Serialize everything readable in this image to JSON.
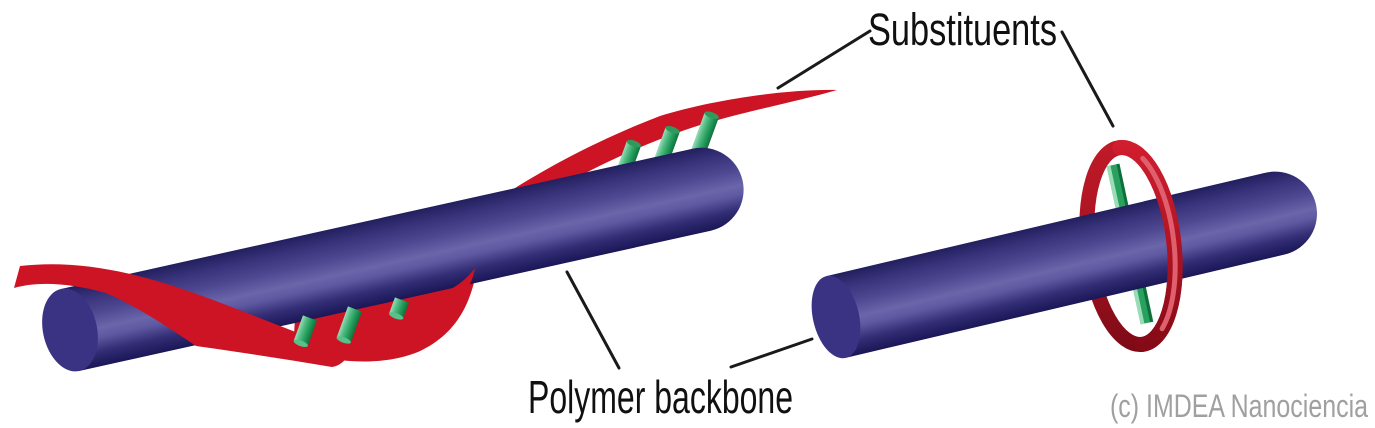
{
  "labels": {
    "substituents": "Substituents",
    "polymer_backbone": "Polymer backbone"
  },
  "credit": "(c) IMDEA Nanociencia",
  "colors": {
    "background": "#ffffff",
    "backbone_blue_dark": "#1a1656",
    "backbone_blue_mid": "#4d4891",
    "backbone_blue_highlight": "#6b66aa",
    "backbone_end_cap": "#3a3384",
    "substituent_red": "#cc1424",
    "ring_red_dark": "#7c0a15",
    "ring_red_highlight": "#df5f6c",
    "linker_green": "#2aa05e",
    "linker_green_light": "#9adcb8",
    "leader_line": "#1a1a1a",
    "label_text": "#101010",
    "credit_text": "#a0a0a0"
  },
  "structures": {
    "left_polymer": {
      "description": "polymer backbone cylinder wrapped by ribbon substituent",
      "top_linkers": 3,
      "bottom_linkers": 3
    },
    "right_polymer": {
      "description": "polymer backbone cylinder threaded through ring substituent",
      "linkers": 1
    }
  }
}
